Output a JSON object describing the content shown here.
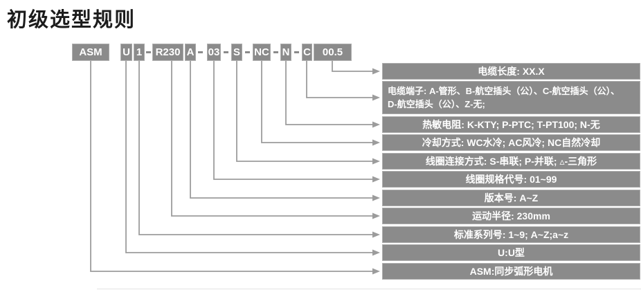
{
  "title": "初级选型规则",
  "colors": {
    "box_fill": "#8b8b8b",
    "box_border": "#adadad",
    "box_text": "#ffffff",
    "connector_line": "#9c9c9c",
    "title_text": "#1c1c1c"
  },
  "code": {
    "separator": "-",
    "segments": [
      "ASM",
      "U",
      "1",
      "R230",
      "A",
      "03",
      "S",
      "NC",
      "N",
      "C",
      "00.5"
    ]
  },
  "legend_rows": [
    {
      "segment": "00.5",
      "text": "电缆长度: XX.X"
    },
    {
      "segment": "C",
      "lines": [
        "电缆端子: A-管形、B-航空插头（公）、C-航空插头（公）、",
        "D-航空插头（公）、Z-无;"
      ]
    },
    {
      "segment": "N",
      "text": "热敏电阻: K-KTY; P-PTC; T-PT100; N-无"
    },
    {
      "segment": "NC",
      "text": "冷却方式: WC水冷; AC风冷; NC自然冷却"
    },
    {
      "segment": "S",
      "text": "线圈连接方式: S-串联; P-并联; ▵-三角形"
    },
    {
      "segment": "03",
      "text": "线圈规格代号: 01~99"
    },
    {
      "segment": "A",
      "text": "版本号: A~Z"
    },
    {
      "segment": "R230",
      "text": "运动半径: 230mm"
    },
    {
      "segment": "1",
      "text": "标准系列号: 1~9; A~Z;a~z"
    },
    {
      "segment": "U",
      "text": "U:U型"
    },
    {
      "segment": "ASM",
      "text": "ASM:同步弧形电机"
    }
  ]
}
